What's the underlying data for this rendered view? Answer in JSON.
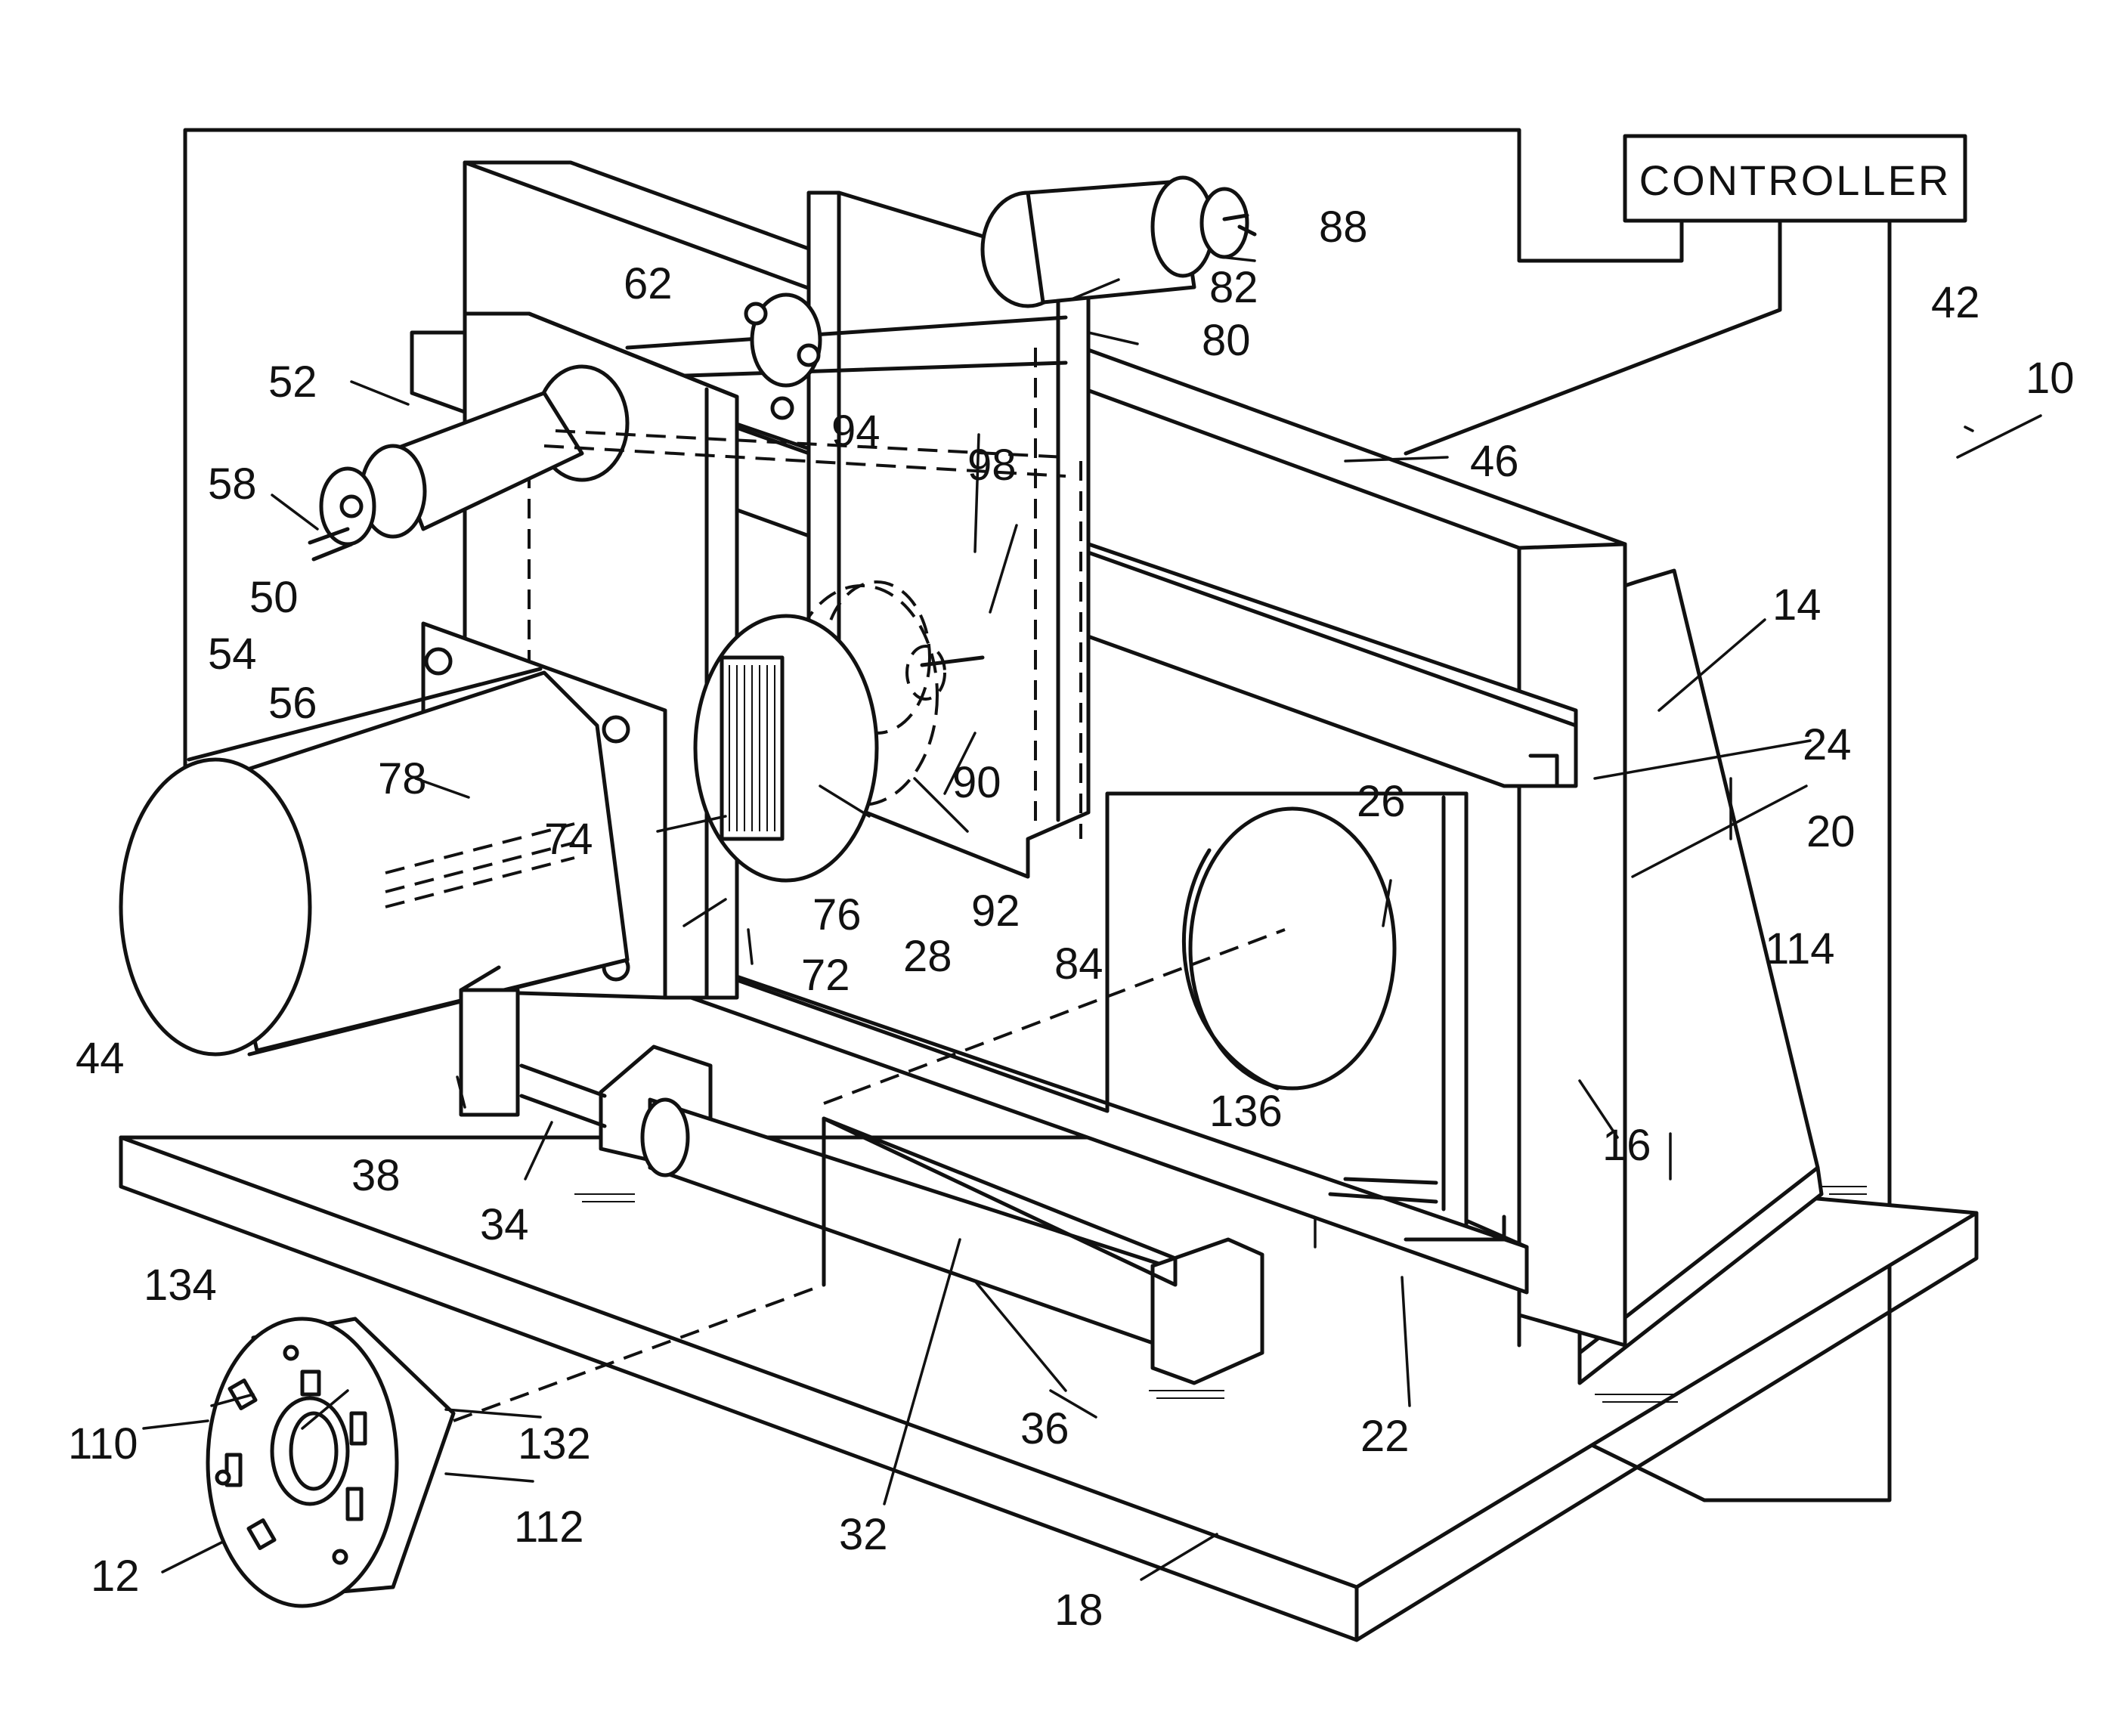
{
  "controller": {
    "label": "CONTROLLER"
  },
  "reference_numerals": [
    "10",
    "12",
    "14",
    "16",
    "18",
    "20",
    "22",
    "24",
    "26",
    "28",
    "32",
    "34",
    "36",
    "38",
    "42",
    "44",
    "46",
    "50",
    "52",
    "54",
    "56",
    "58",
    "62",
    "72",
    "74",
    "76",
    "78",
    "80",
    "82",
    "84",
    "88",
    "90",
    "92",
    "94",
    "98",
    "110",
    "112",
    "114",
    "132",
    "134",
    "136"
  ],
  "colors": {
    "ink": "#111111",
    "paper": "#ffffff"
  }
}
